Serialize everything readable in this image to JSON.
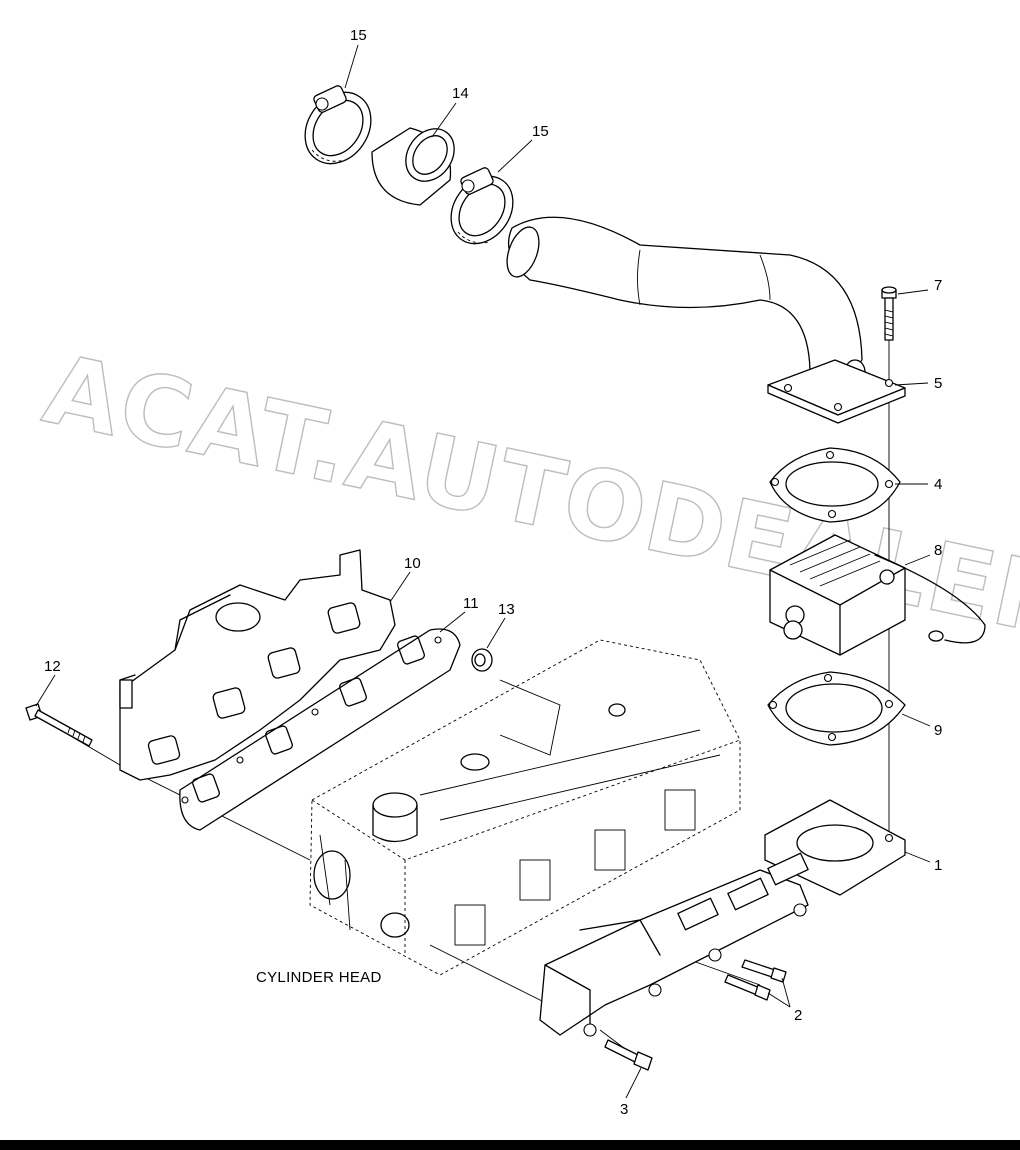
{
  "watermark": "ACAT.AUTODEALER.RU",
  "label": "CYLINDER HEAD",
  "callouts": {
    "c1": "1",
    "c2": "2",
    "c3": "3",
    "c4": "4",
    "c5": "5",
    "c7": "7",
    "c8": "8",
    "c9": "9",
    "c10": "10",
    "c11": "11",
    "c12": "12",
    "c13": "13",
    "c14": "14",
    "c15a": "15",
    "c15b": "15"
  }
}
